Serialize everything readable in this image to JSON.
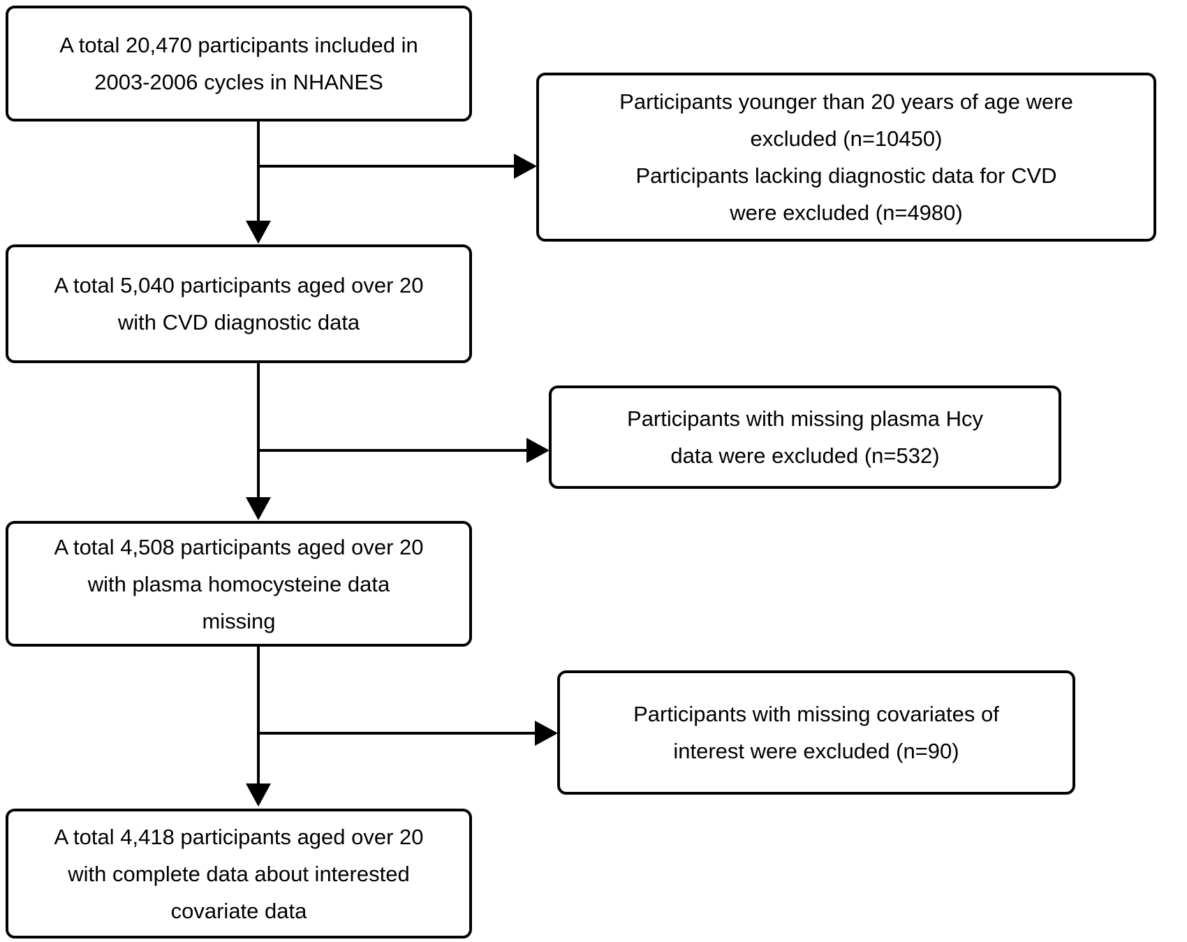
{
  "diagram": {
    "type": "flowchart",
    "title": "Participant selection flow, NHANES 2003-2006",
    "colors": {
      "box_border": "#000000",
      "box_background": "#ffffff",
      "text": "#000000",
      "arrow": "#000000"
    },
    "main_boxes": [
      {
        "id": "nhanes-total",
        "lines": [
          "A total 20,470 participants included in",
          "2003-2006 cycles in NHANES"
        ]
      },
      {
        "id": "cvd-diagnostic",
        "lines": [
          "A total 5,040 participants aged over 20",
          "with CVD diagnostic data"
        ]
      },
      {
        "id": "hcy-data",
        "lines": [
          "A total 4,508 participants aged over 20",
          "with plasma homocysteine data",
          "missing"
        ]
      },
      {
        "id": "final-sample",
        "lines": [
          "A total 4,418 participants aged over 20",
          "with complete data about interested",
          "covariate data"
        ]
      }
    ],
    "exclusion_boxes": [
      {
        "id": "exclusion-age-cvd",
        "lines": [
          "Participants younger than 20 years of age were",
          "excluded (n=10450)",
          "Participants lacking diagnostic data for CVD",
          "were excluded (n=4980)"
        ]
      },
      {
        "id": "exclusion-hcy",
        "lines": [
          "Participants with missing plasma Hcy",
          "data were excluded (n=532)"
        ]
      },
      {
        "id": "exclusion-covariates",
        "lines": [
          "Participants with missing covariates of",
          "interest were excluded (n=90)"
        ]
      }
    ],
    "flow": [
      {
        "from": "nhanes-total",
        "to": "cvd-diagnostic"
      },
      {
        "from": "cvd-diagnostic",
        "to": "hcy-data"
      },
      {
        "from": "hcy-data",
        "to": "final-sample"
      }
    ],
    "exclusion_links": [
      {
        "from": "nhanes-total",
        "to": "exclusion-age-cvd"
      },
      {
        "from": "cvd-diagnostic",
        "to": "exclusion-hcy"
      },
      {
        "from": "hcy-data",
        "to": "exclusion-covariates"
      }
    ]
  }
}
